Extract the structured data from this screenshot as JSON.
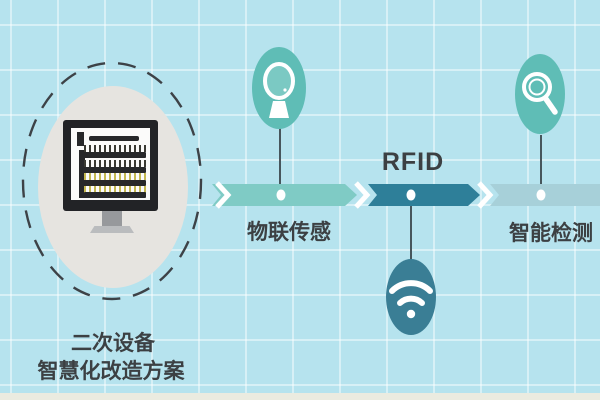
{
  "scheme": {
    "title_line1": "二次设备",
    "title_line2": "智慧化改造方案"
  },
  "stages": [
    {
      "label": "物联传感",
      "icon": "webcam-icon",
      "label_position": "below-bar"
    },
    {
      "label": "RFID",
      "icon": "wifi-icon",
      "label_position": "above-bar"
    },
    {
      "label": "智能检测",
      "icon": "magnifying-glass-icon",
      "label_position": "below-bar"
    }
  ],
  "colors": {
    "bg": "#b6e3ee",
    "icon-teal": "#5fbdb6",
    "wifi-teal": "#3a7e95",
    "seg1": "#7fcbc5",
    "seg2": "#2e7f99",
    "seg3": "#a7d0d9",
    "dash-stroke": "#3d4247",
    "gray-fill": "#e6e4e0",
    "ink": "#3c4043",
    "monitor-dark": "#222326",
    "stand-gray": "#97999c",
    "tick-yellow": "#c4b851",
    "bottom-strip": "#ebebe0"
  }
}
